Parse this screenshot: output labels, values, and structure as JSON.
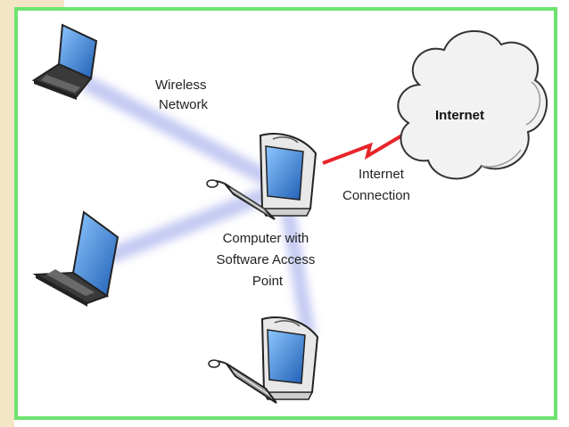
{
  "diagram": {
    "labels": {
      "wireless_network_line1": "Wireless",
      "wireless_network_line2": "Network",
      "internet_cloud": "Internet",
      "internet_connection_line1": "Internet",
      "internet_connection_line2": "Connection",
      "access_point_line1": "Computer with",
      "access_point_line2": "Software Access",
      "access_point_line3": "Point"
    },
    "colors": {
      "frame_border": "#6ee36e",
      "side_strip": "#f3e6c6",
      "wireless_beam": "#b9bff0",
      "internet_link": "#e8242a",
      "screen_blue": "#2f7fd6",
      "device_body": "#e8e8e8",
      "outline": "#222222",
      "cloud_fill": "#f2f2f2"
    },
    "icons": [
      "laptop-icon",
      "desktop-computer-icon",
      "cloud-icon",
      "lightning-link-icon"
    ]
  }
}
